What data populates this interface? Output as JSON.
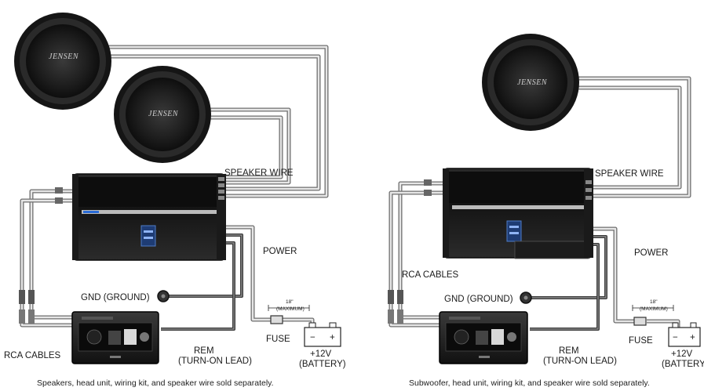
{
  "labels": {
    "speaker_wire": "SPEAKER WIRE",
    "power": "POWER",
    "rca_cables": "RCA CABLES",
    "gnd": "GND (GROUND)",
    "fuse": "FUSE",
    "rem_line1": "REM",
    "rem_line2": "(TURN-ON LEAD)",
    "battery_line1": "+12V",
    "battery_line2": "(BATTERY)",
    "length": "18\"",
    "length_note": "(MAXIMUM)",
    "brand": "JENSEN",
    "plus": "+",
    "minus": "−"
  },
  "diagrams": [
    {
      "caption": "Speakers, head unit, wiring kit, and speaker wire sold separately.",
      "speaker_count": 2
    },
    {
      "caption": "Subwoofer, head unit, wiring kit, and speaker wire sold separately.",
      "speaker_count": 1
    }
  ]
}
